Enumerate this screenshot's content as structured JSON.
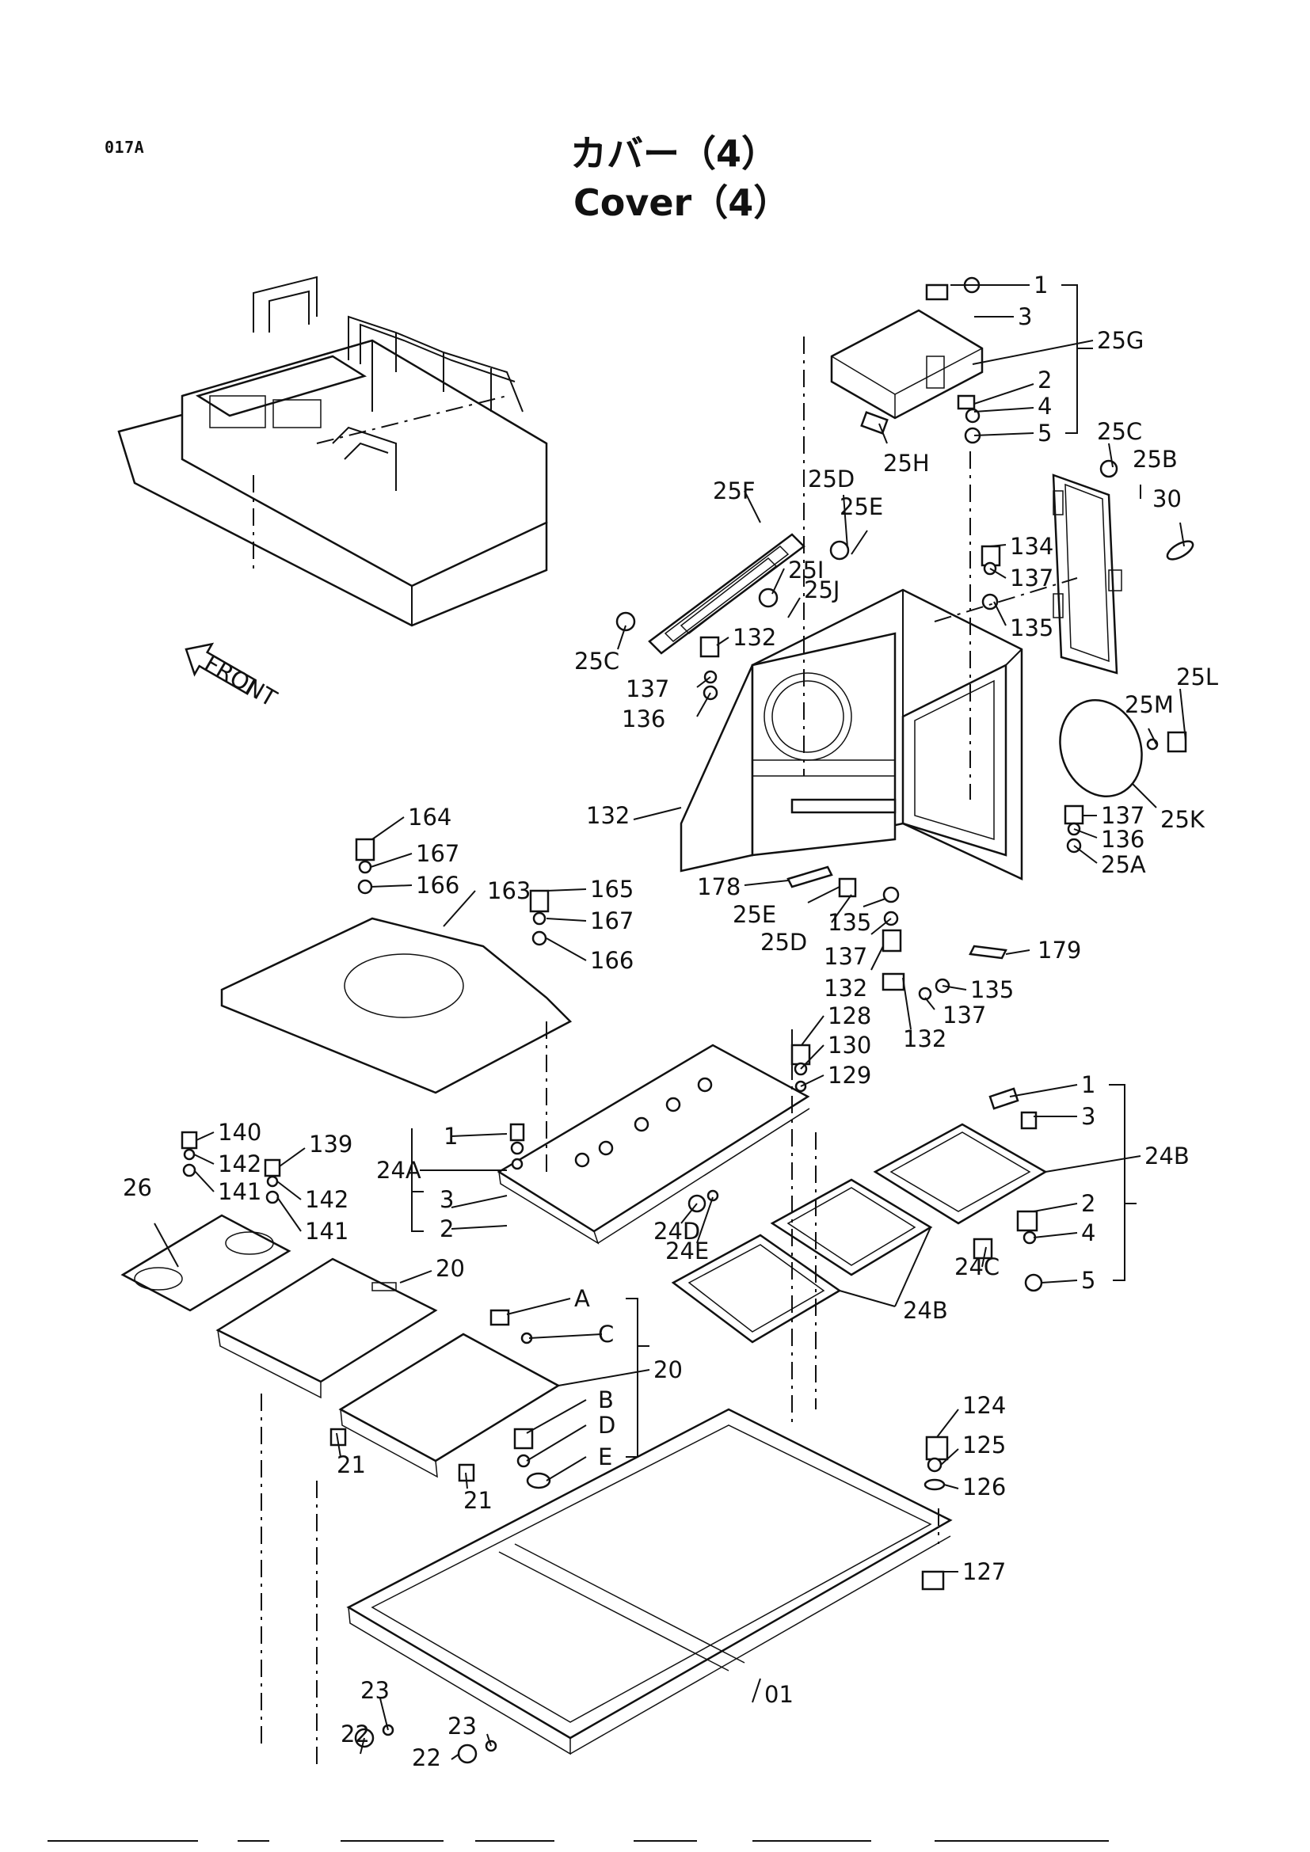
{
  "header": {
    "page_code": "017A",
    "title_jp": "カバー（4）",
    "title_en": "Cover（4）"
  },
  "orientation_tag": "FRONT",
  "callouts": [
    {
      "id": "c1a",
      "text": "1"
    },
    {
      "id": "c3a",
      "text": "3"
    },
    {
      "id": "c25G",
      "text": "25G"
    },
    {
      "id": "c2a",
      "text": "2"
    },
    {
      "id": "c4a",
      "text": "4"
    },
    {
      "id": "c5a",
      "text": "5"
    },
    {
      "id": "c25H",
      "text": "25H"
    },
    {
      "id": "c25Ca",
      "text": "25C"
    },
    {
      "id": "c25B",
      "text": "25B"
    },
    {
      "id": "c30",
      "text": "30"
    },
    {
      "id": "c25D",
      "text": "25D"
    },
    {
      "id": "c25E",
      "text": "25E"
    },
    {
      "id": "c25F",
      "text": "25F"
    },
    {
      "id": "c25I",
      "text": "25I"
    },
    {
      "id": "c25J",
      "text": "25J"
    },
    {
      "id": "c134",
      "text": "134"
    },
    {
      "id": "c137a",
      "text": "137"
    },
    {
      "id": "c135a",
      "text": "135"
    },
    {
      "id": "c25Cb",
      "text": "25C"
    },
    {
      "id": "c132a",
      "text": "132"
    },
    {
      "id": "c137b",
      "text": "137"
    },
    {
      "id": "c136a",
      "text": "136"
    },
    {
      "id": "c25L",
      "text": "25L"
    },
    {
      "id": "c25M",
      "text": "25M"
    },
    {
      "id": "c25K",
      "text": "25K"
    },
    {
      "id": "c132b",
      "text": "132"
    },
    {
      "id": "c137c",
      "text": "137"
    },
    {
      "id": "c136b",
      "text": "136"
    },
    {
      "id": "c25A",
      "text": "25A"
    },
    {
      "id": "c164",
      "text": "164"
    },
    {
      "id": "c167a",
      "text": "167"
    },
    {
      "id": "c166a",
      "text": "166"
    },
    {
      "id": "c163",
      "text": "163"
    },
    {
      "id": "c165",
      "text": "165"
    },
    {
      "id": "c167b",
      "text": "167"
    },
    {
      "id": "c166b",
      "text": "166"
    },
    {
      "id": "c178",
      "text": "178"
    },
    {
      "id": "c25Eb",
      "text": "25E"
    },
    {
      "id": "c25Db",
      "text": "25D"
    },
    {
      "id": "c135b",
      "text": "135"
    },
    {
      "id": "c137d",
      "text": "137"
    },
    {
      "id": "c132c",
      "text": "132"
    },
    {
      "id": "c179",
      "text": "179"
    },
    {
      "id": "c135c",
      "text": "135"
    },
    {
      "id": "c137e",
      "text": "137"
    },
    {
      "id": "c132d",
      "text": "132"
    },
    {
      "id": "c128",
      "text": "128"
    },
    {
      "id": "c130",
      "text": "130"
    },
    {
      "id": "c129",
      "text": "129"
    },
    {
      "id": "c1b",
      "text": "1"
    },
    {
      "id": "c24A",
      "text": "24A"
    },
    {
      "id": "c3b",
      "text": "3"
    },
    {
      "id": "c2b",
      "text": "2"
    },
    {
      "id": "c24D",
      "text": "24D"
    },
    {
      "id": "c24E",
      "text": "24E"
    },
    {
      "id": "c1c",
      "text": "1"
    },
    {
      "id": "c3c",
      "text": "3"
    },
    {
      "id": "c24Ba",
      "text": "24B"
    },
    {
      "id": "c2c",
      "text": "2"
    },
    {
      "id": "c4c",
      "text": "4"
    },
    {
      "id": "c5c",
      "text": "5"
    },
    {
      "id": "c24C",
      "text": "24C"
    },
    {
      "id": "c24Bb",
      "text": "24B"
    },
    {
      "id": "c140",
      "text": "140"
    },
    {
      "id": "c142a",
      "text": "142"
    },
    {
      "id": "c139",
      "text": "139"
    },
    {
      "id": "c26",
      "text": "26"
    },
    {
      "id": "c141a",
      "text": "141"
    },
    {
      "id": "c142b",
      "text": "142"
    },
    {
      "id": "c141b",
      "text": "141"
    },
    {
      "id": "c20a",
      "text": "20"
    },
    {
      "id": "cA",
      "text": "A"
    },
    {
      "id": "cC",
      "text": "C"
    },
    {
      "id": "c20b",
      "text": "20"
    },
    {
      "id": "cB",
      "text": "B"
    },
    {
      "id": "cD",
      "text": "D"
    },
    {
      "id": "cE",
      "text": "E"
    },
    {
      "id": "c21a",
      "text": "21"
    },
    {
      "id": "c21b",
      "text": "21"
    },
    {
      "id": "c124",
      "text": "124"
    },
    {
      "id": "c125",
      "text": "125"
    },
    {
      "id": "c126",
      "text": "126"
    },
    {
      "id": "c127",
      "text": "127"
    },
    {
      "id": "c23a",
      "text": "23"
    },
    {
      "id": "c22a",
      "text": "22"
    },
    {
      "id": "c23b",
      "text": "23"
    },
    {
      "id": "c22b",
      "text": "22"
    },
    {
      "id": "c01",
      "text": "01"
    }
  ]
}
